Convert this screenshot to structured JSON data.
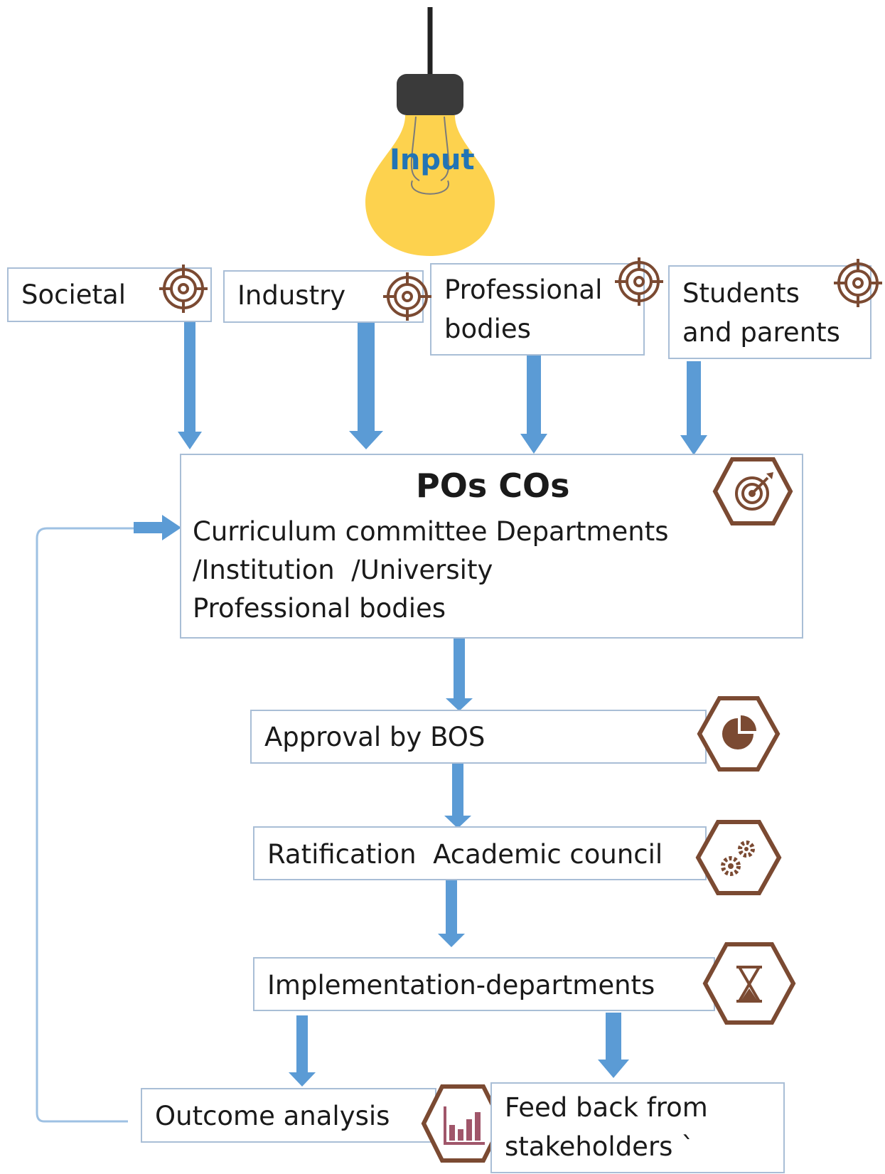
{
  "bulb": {
    "label": "Input"
  },
  "inputs": [
    {
      "lines": [
        "Societal"
      ],
      "icon": "target-icon"
    },
    {
      "lines": [
        "Industry"
      ],
      "icon": "target-icon"
    },
    {
      "lines": [
        "Professional",
        "bodies"
      ],
      "icon": "target-icon"
    },
    {
      "lines": [
        "Students",
        "and parents"
      ],
      "icon": "target-icon"
    }
  ],
  "pos_cos": {
    "title": "POs COs",
    "lines": [
      "Curriculum committee Departments",
      "/Institution  /University",
      "Professional bodies"
    ],
    "icon": "bullseye-icon"
  },
  "steps": [
    {
      "label": "Approval by BOS",
      "icon": "pie-chart-icon"
    },
    {
      "label": "Ratification  Academic council",
      "icon": "gears-icon"
    },
    {
      "label": "Implementation-departments",
      "icon": "hourglass-icon"
    }
  ],
  "outcome": {
    "label": "Outcome analysis",
    "icon": "bar-chart-icon"
  },
  "feedback": {
    "lines": [
      "Feed back from",
      "stakeholders `"
    ]
  },
  "colors": {
    "arrow": "#5b9bd5",
    "box_border": "#a9bed6",
    "icon": "#7b4a32",
    "bulb": "#fdd24e",
    "bulb_text": "#2274b5"
  }
}
